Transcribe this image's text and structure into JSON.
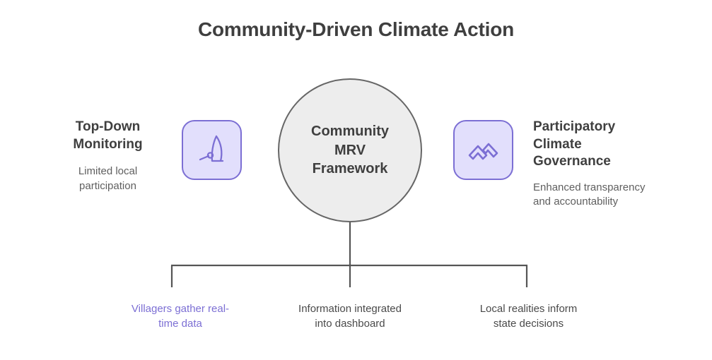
{
  "title": "Community-Driven Climate Action",
  "colors": {
    "accent_purple": "#7c6fd4",
    "tile_fill": "#e2dffc",
    "circle_fill": "#ededed",
    "circle_stroke": "#666666",
    "connector_stroke": "#555555",
    "heading_text": "#3f3f3f",
    "caption_text": "#5f5f5f"
  },
  "center": {
    "label": "Community\nMRV\nFramework"
  },
  "left": {
    "heading": "Top-Down\nMonitoring",
    "caption": "Limited local\nparticipation",
    "icon": "satellite-dish-icon"
  },
  "right": {
    "heading": "Participatory\nClimate\nGovernance",
    "caption": "Enhanced transparency\nand accountability",
    "icon": "mountains-icon"
  },
  "bottom": {
    "captions": [
      {
        "text": "Villagers gather real-\ntime data",
        "color": "#7c6fd4"
      },
      {
        "text": "Information integrated\ninto dashboard",
        "color": "#4a4a4a"
      },
      {
        "text": "Local realities inform\nstate decisions",
        "color": "#4a4a4a"
      }
    ]
  }
}
